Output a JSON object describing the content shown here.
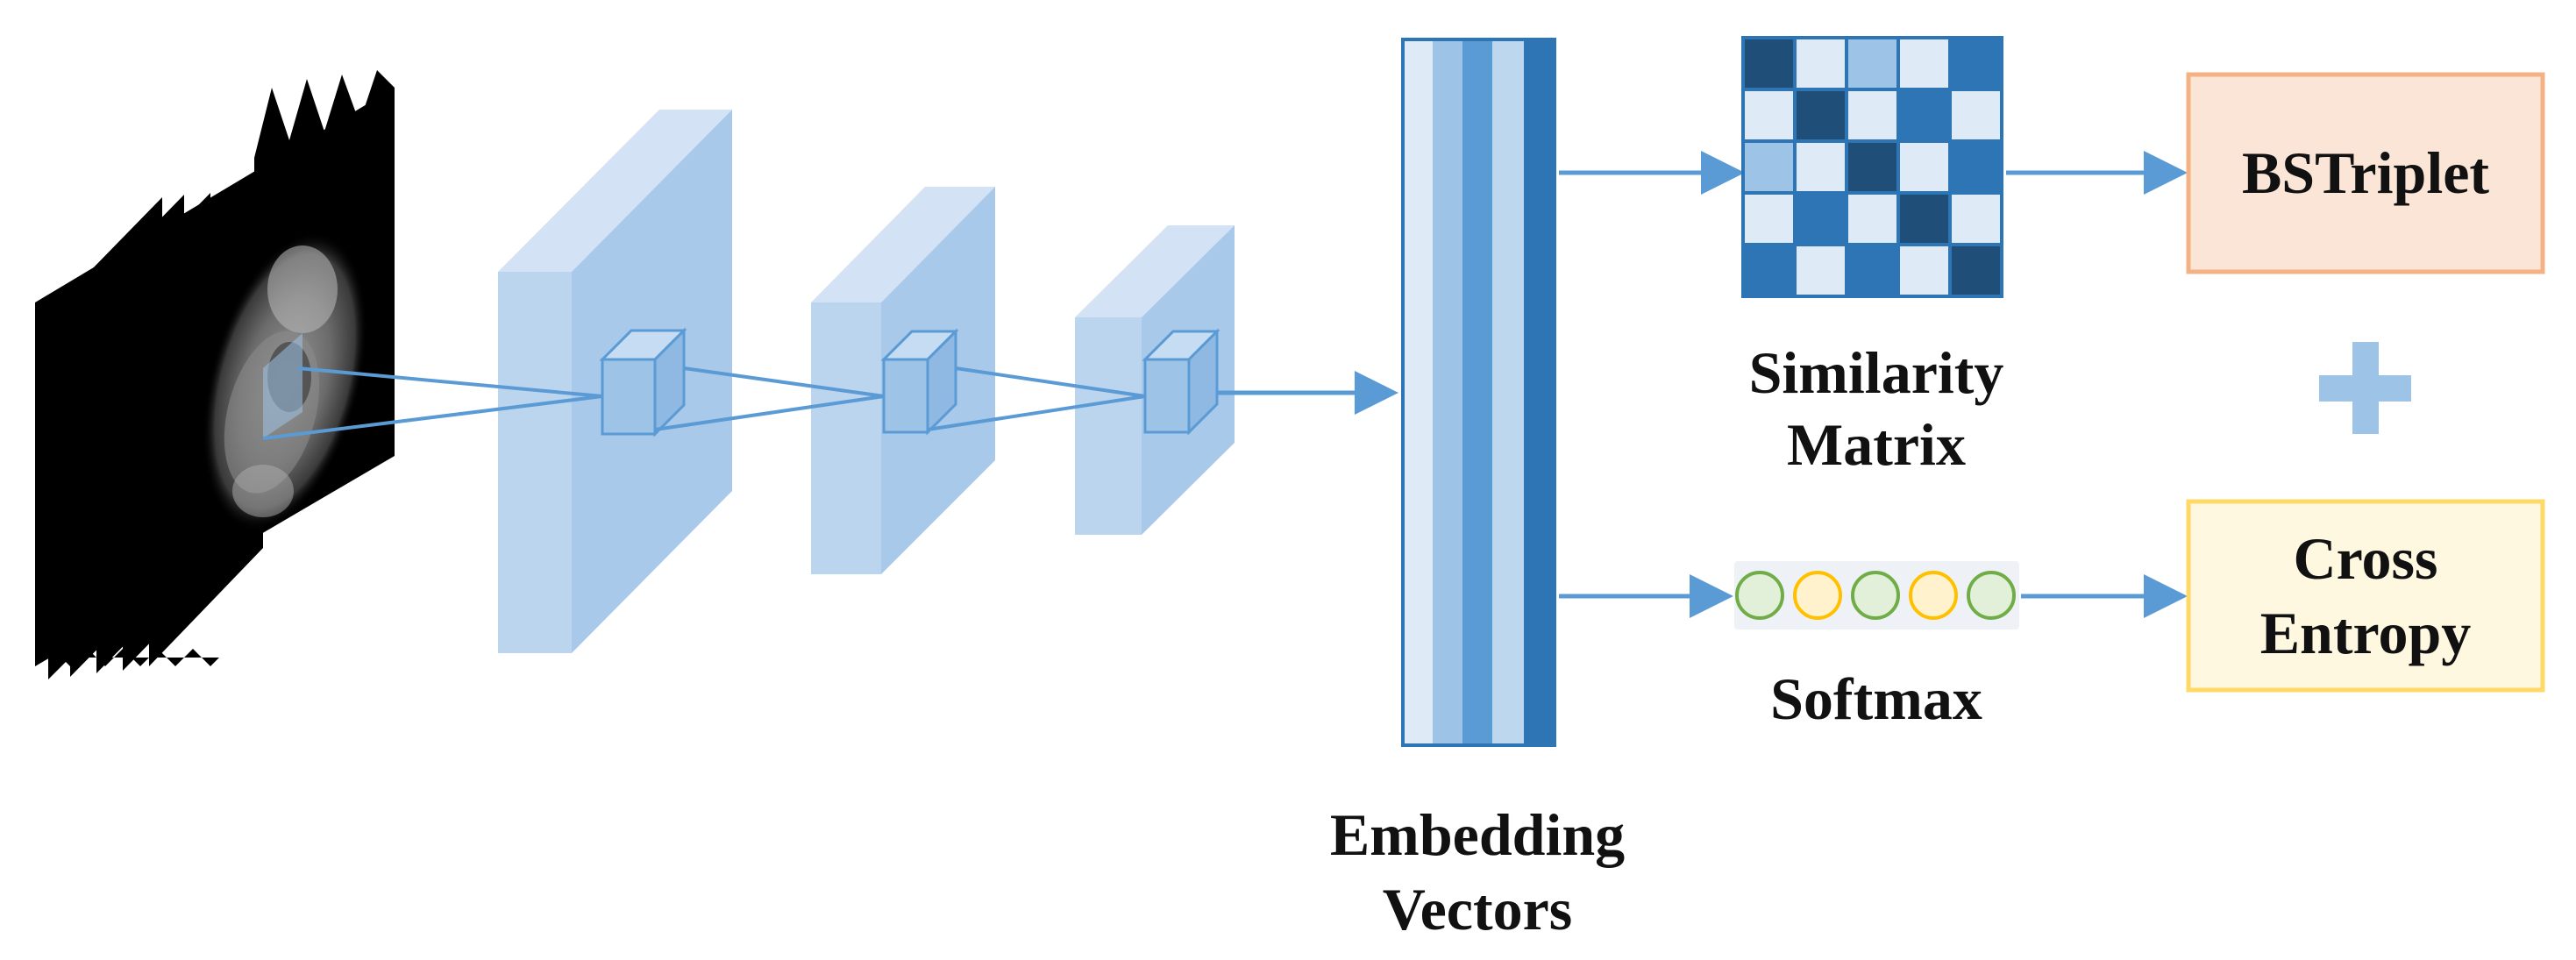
{
  "colors": {
    "arrow": "#5b9bd5",
    "layer_light": "#a9c9ea",
    "layer_top": "#d3e3f5",
    "layer_side": "#8fb9e2",
    "embedding_stripes": [
      "#deebf7",
      "#9dc3e6",
      "#5b9bd5",
      "#bdd7ee",
      "#2e75b6"
    ],
    "matrix_dark": "#1f4e79",
    "matrix_mid": "#2e75b6",
    "matrix_light": "#deebf7",
    "matrix_pale": "#9dc3e6",
    "softmax_green": "#70ad47",
    "softmax_yellow": "#ffc000",
    "softmax_fill": "#e2f0d9",
    "bstriplet_border": "#f4b183",
    "bstriplet_fill": "#fbe5d6",
    "crossentropy_border": "#ffd966",
    "crossentropy_fill": "#fff8e1",
    "plus": "#9dc3e6"
  },
  "labels": {
    "similarity_line1": "Similarity",
    "similarity_line2": "Matrix",
    "softmax": "Softmax",
    "embedding_line1": "Embedding",
    "embedding_line2": "Vectors",
    "bstriplet": "BSTriplet",
    "cross_line1": "Cross",
    "cross_line2": "Entropy",
    "plus": "+"
  },
  "similarity_matrix": [
    [
      "dark",
      "light",
      "pale",
      "light",
      "mid"
    ],
    [
      "light",
      "dark",
      "light",
      "mid",
      "light"
    ],
    [
      "pale",
      "light",
      "dark",
      "light",
      "mid"
    ],
    [
      "light",
      "mid",
      "light",
      "dark",
      "light"
    ],
    [
      "mid",
      "light",
      "mid",
      "light",
      "dark"
    ]
  ],
  "softmax_nodes": [
    "green",
    "yellow",
    "green",
    "yellow",
    "green"
  ]
}
